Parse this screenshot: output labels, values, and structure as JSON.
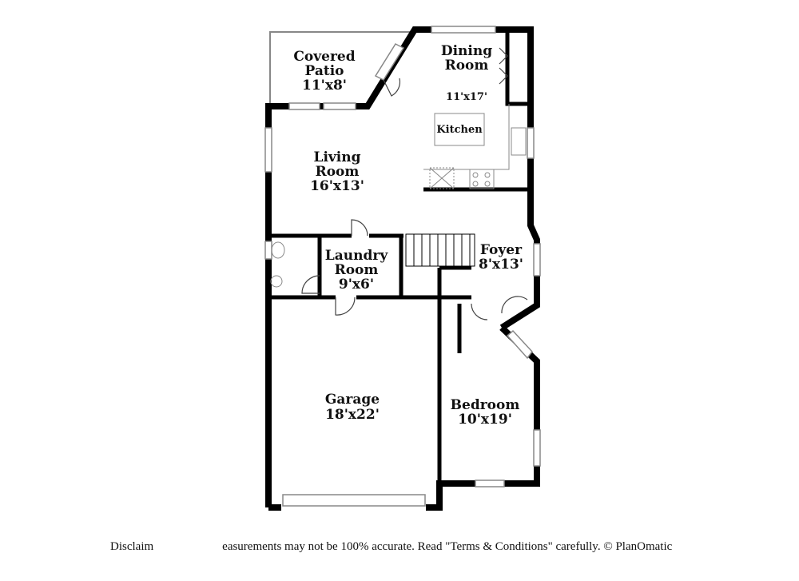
{
  "rooms": {
    "covered_patio": {
      "name_line1": "Covered",
      "name_line2": "Patio",
      "size": "11'x8'"
    },
    "dining_room": {
      "name_line1": "Dining",
      "name_line2": "Room",
      "size": "11'x17'"
    },
    "kitchen": {
      "name": "Kitchen"
    },
    "living_room": {
      "name_line1": "Living",
      "name_line2": "Room",
      "size": "16'x13'"
    },
    "laundry_room": {
      "name_line1": "Laundry",
      "name_line2": "Room",
      "size": "9'x6'"
    },
    "foyer": {
      "name": "Foyer",
      "size": "8'x13'"
    },
    "garage": {
      "name": "Garage",
      "size": "18'x22'"
    },
    "bedroom": {
      "name": "Bedroom",
      "size": "10'x19'"
    }
  },
  "disclaimer": {
    "prefix": "Disclaim",
    "text": "easurements may not be 100% accurate. Read \"Terms & Conditions\" carefully. © PlanOmatic"
  }
}
